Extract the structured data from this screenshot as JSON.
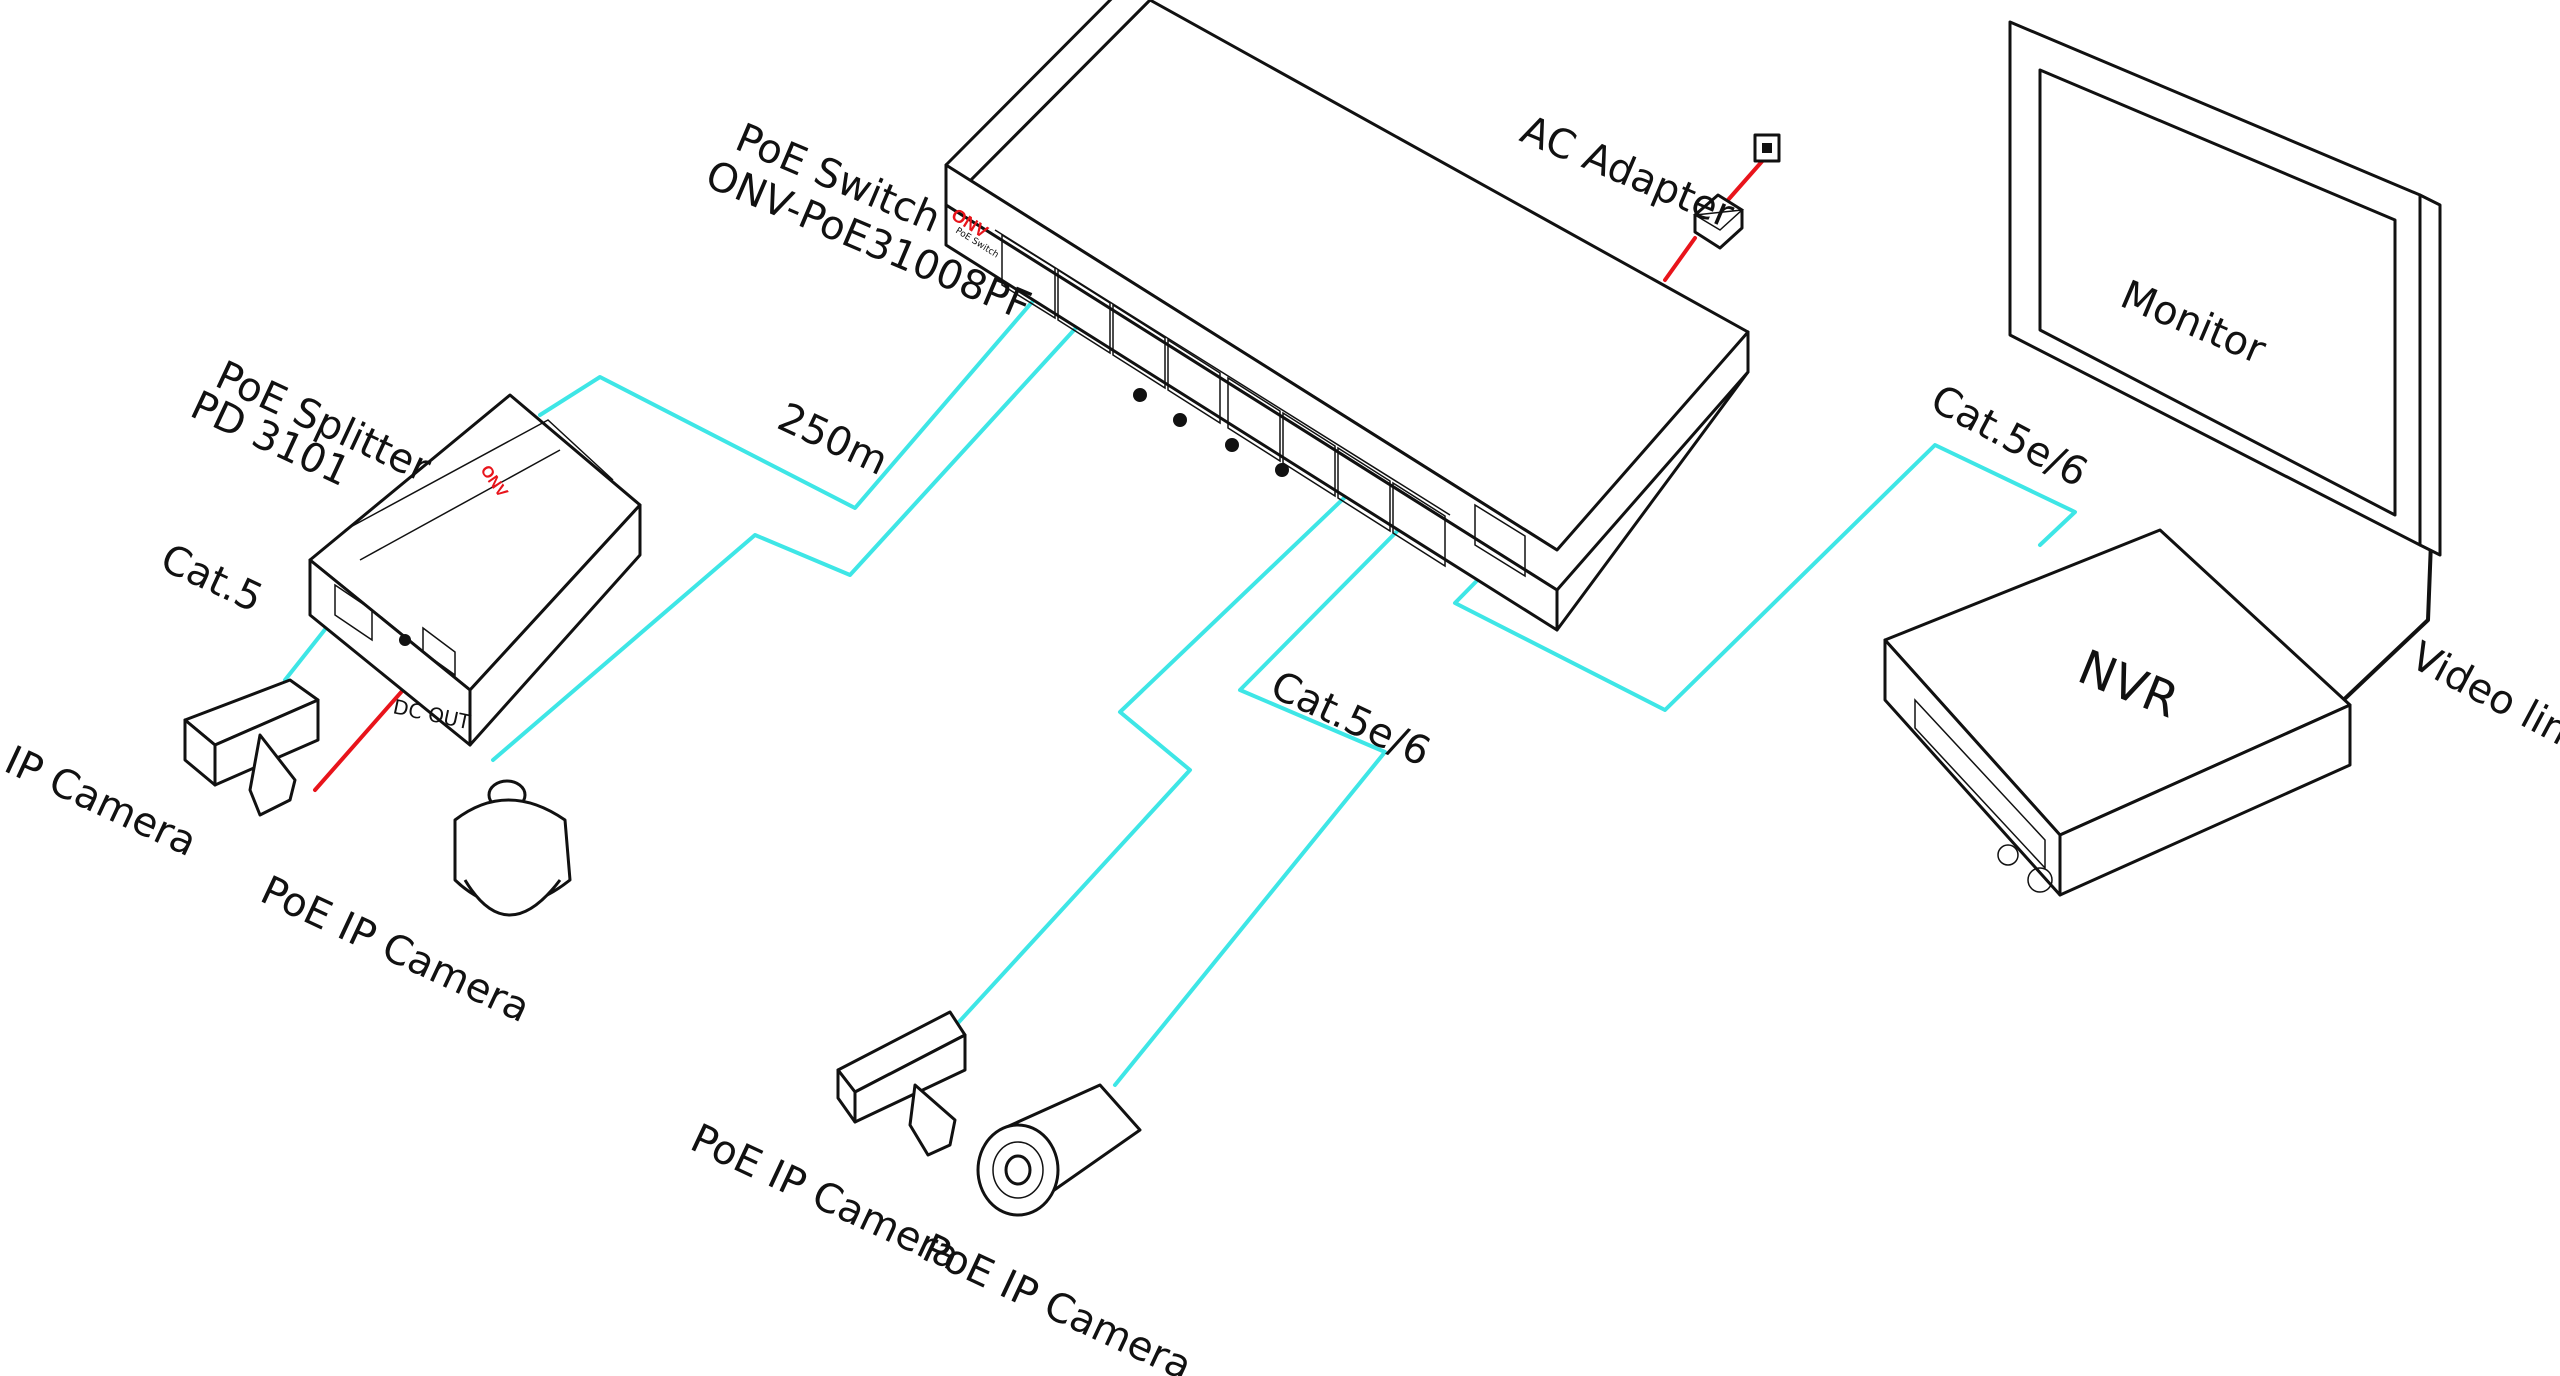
{
  "labels": {
    "poe_switch": "PoE Switch",
    "switch_model": "ONV-PoE31008PF",
    "ac_adapter": "AC Adapter",
    "monitor": "Monitor",
    "nvr": "NVR",
    "video_line": "Video line",
    "cat5e6_nvr": "Cat.5e/6",
    "cat5e6_cams": "Cat.5e/6",
    "distance": "250m",
    "poe_splitter": "PoE Splitter",
    "splitter_model": "PD 3101",
    "cat5": "Cat.5",
    "dc_out": "DC OUT",
    "ip_camera": "IP Camera",
    "poe_ip_camera_dome": "PoE IP Camera",
    "poe_ip_camera_box": "PoE IP Camera",
    "poe_ip_camera_bullet": "PoE IP Camera"
  },
  "device_text": {
    "switch_brand": "ONV",
    "switch_face": "PoE Switch",
    "splitter_brand": "ONV"
  },
  "colors": {
    "network_cable": "#3ee6e6",
    "power_cable": "#e8141b",
    "video_cable": "#111111",
    "brand": "#e8141b"
  }
}
